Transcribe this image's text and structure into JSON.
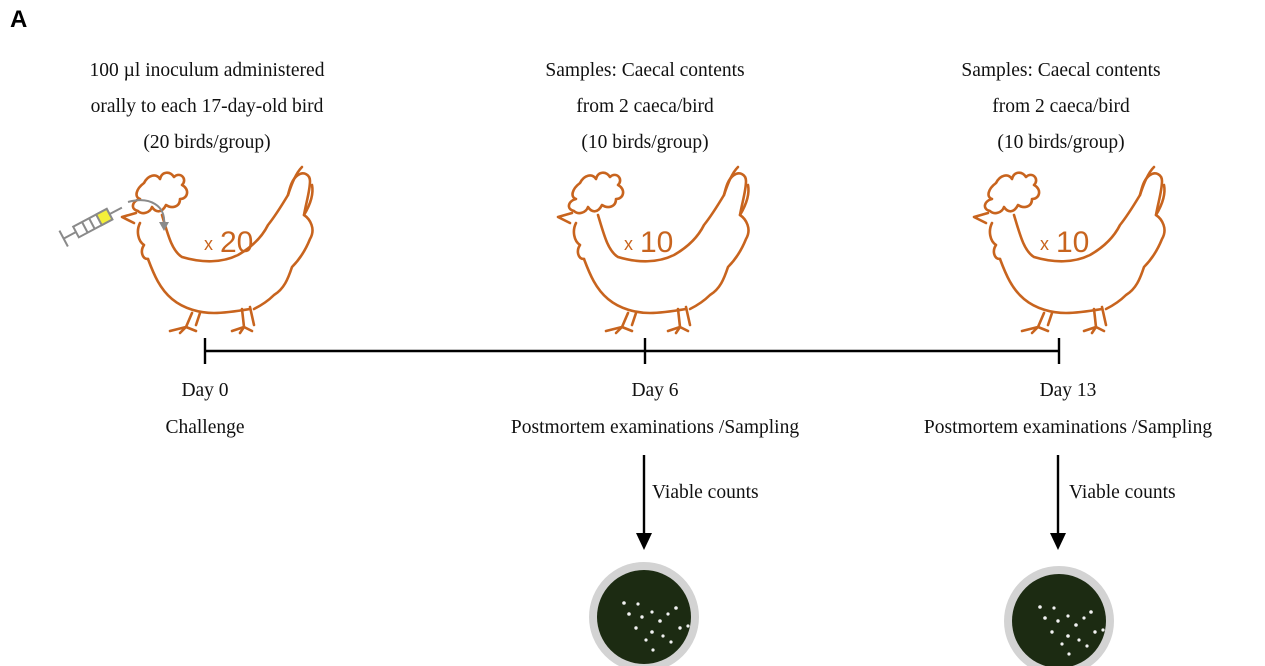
{
  "panel_label": "A",
  "stages": [
    {
      "caption": [
        "100 µl inoculum administered",
        "orally to each 17-day-old bird",
        "(20 birds/group)"
      ],
      "count_prefix": "x",
      "count_value": "20",
      "day": "Day 0",
      "event": "Challenge"
    },
    {
      "caption": [
        "Samples: Caecal contents",
        "from 2 caeca/bird",
        "(10 birds/group)"
      ],
      "count_prefix": "x",
      "count_value": "10",
      "day": "Day 6",
      "event": "Postmortem examinations /Sampling",
      "result_label": "Viable counts"
    },
    {
      "caption": [
        "Samples: Caecal contents",
        "from 2 caeca/bird",
        "(10 birds/group)"
      ],
      "count_prefix": "x",
      "count_value": "10",
      "day": "Day 13",
      "event": "Postmortem examinations /Sampling",
      "result_label": "Viable counts"
    }
  ],
  "colors": {
    "chicken_outline": "#c8641e",
    "syringe": "#8a8a8a",
    "syringe_fill": "#f4ef3a",
    "timeline": "#000000",
    "dish_rim": "#c9c9c9",
    "dish_agar": "#1c2b12",
    "colony": "#f2f2f2"
  },
  "icons": [
    "chicken-icon",
    "syringe-icon",
    "petri-dish-icon"
  ]
}
